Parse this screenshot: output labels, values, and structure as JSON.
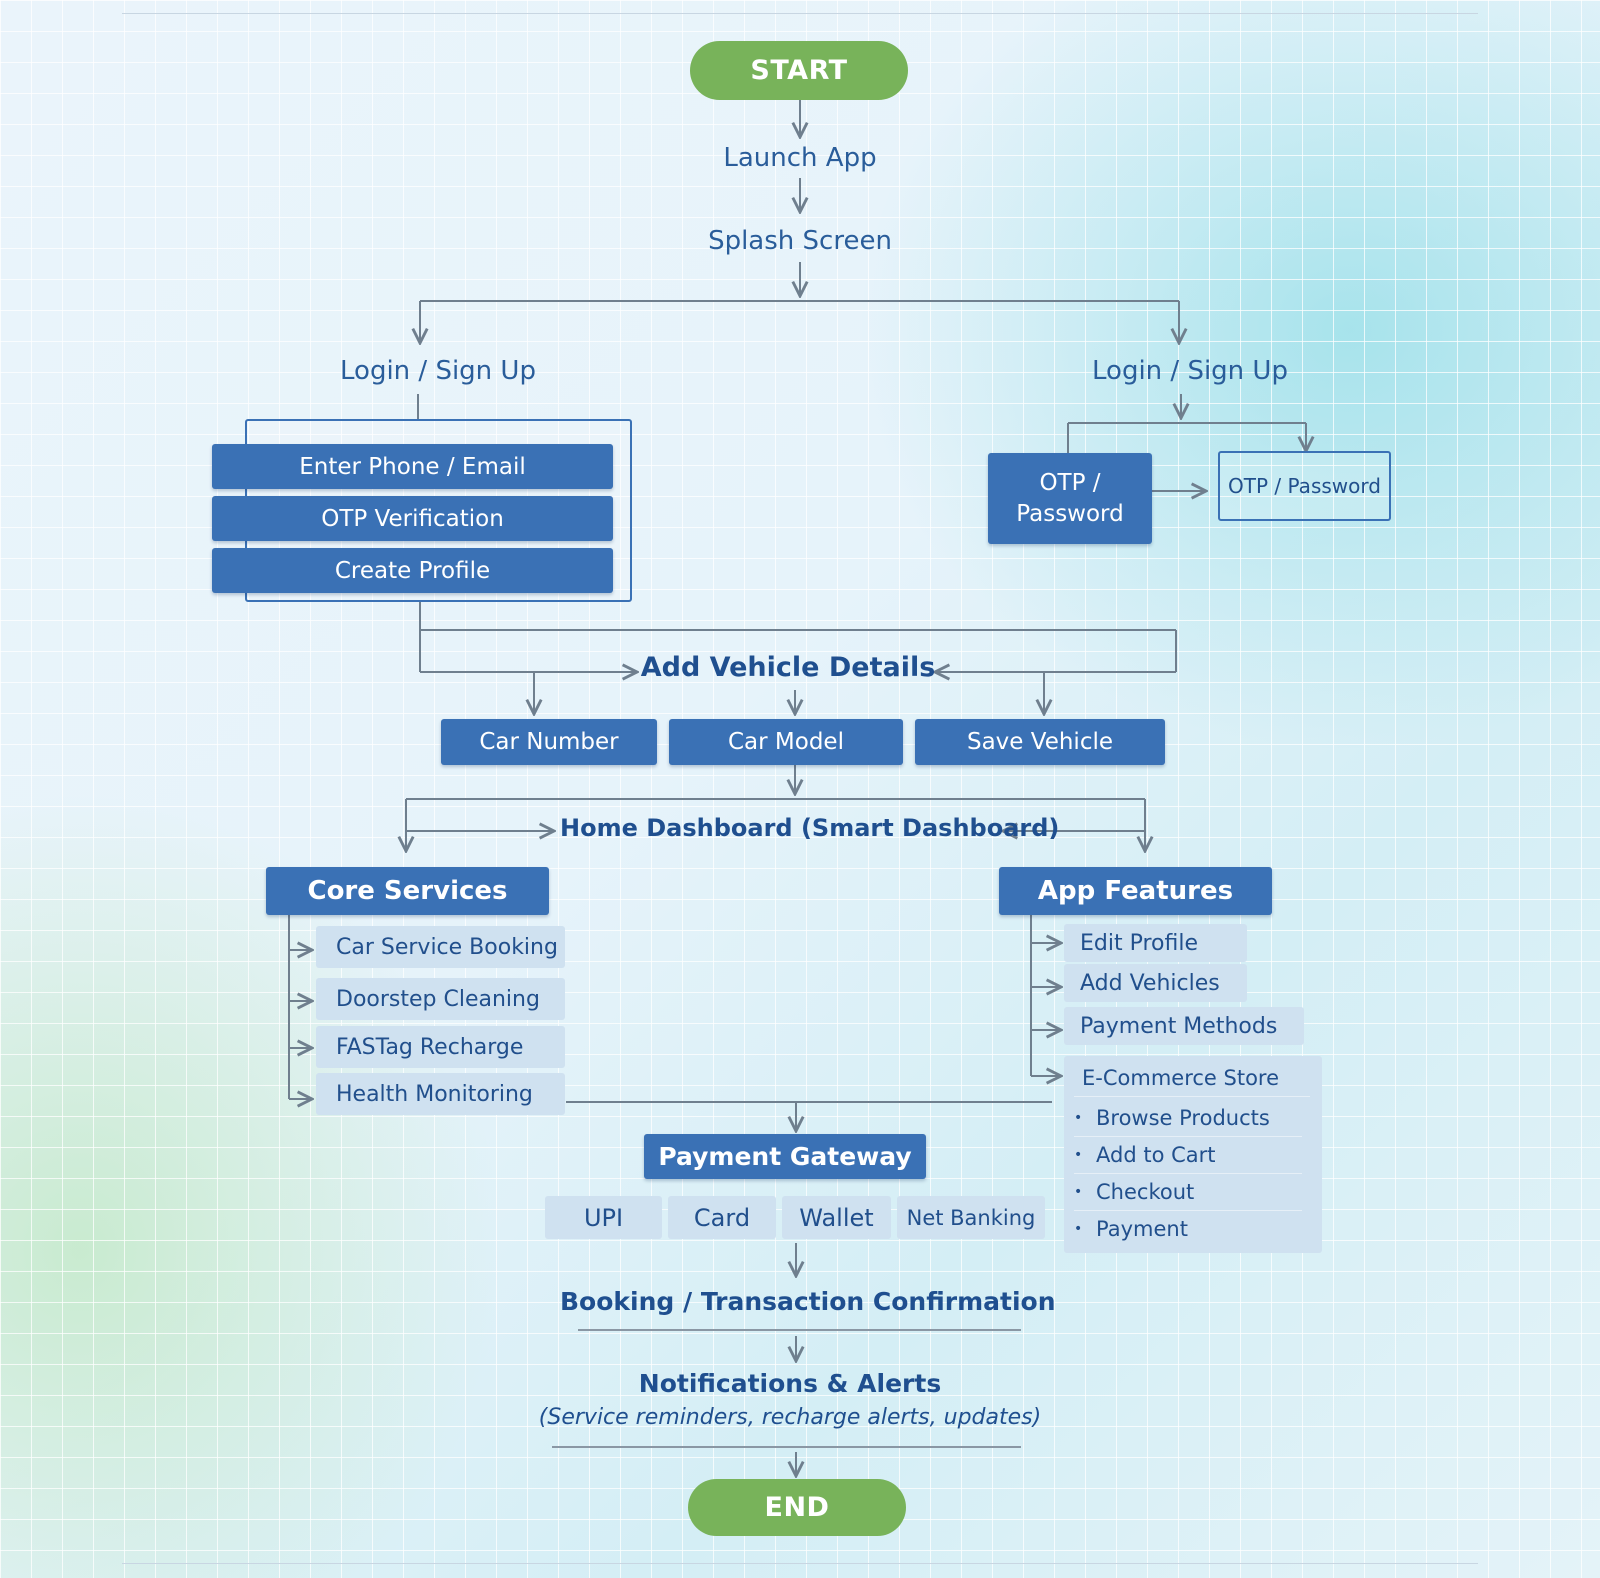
{
  "start": "START",
  "launch_app": "Launch App",
  "splash_screen": "Splash Screen",
  "login_left": {
    "title": "Login / Sign Up",
    "steps": [
      "Enter Phone / Email",
      "OTP Verification",
      "Create Profile"
    ]
  },
  "login_right": {
    "title": "Login / Sign Up",
    "otp_primary": [
      "OTP /",
      "Password"
    ],
    "otp_secondary": "OTP / Password"
  },
  "add_vehicle": {
    "title": "Add Vehicle Details",
    "items": [
      "Car Number",
      "Car Model",
      "Save Vehicle"
    ]
  },
  "home_dashboard": "Home Dashboard (Smart Dashboard)",
  "core_services": {
    "title": "Core Services",
    "items": [
      "Car Service Booking",
      "Doorstep Cleaning",
      "FASTag Recharge",
      "Health Monitoring"
    ]
  },
  "app_features": {
    "title": "App Features",
    "items": [
      "Edit Profile",
      "Add Vehicles",
      "Payment Methods"
    ],
    "ecommerce": {
      "title": "E-Commerce Store",
      "items": [
        "Browse Products",
        "Add to Cart",
        "Checkout",
        "Payment"
      ]
    }
  },
  "payment_gateway": {
    "title": "Payment Gateway",
    "methods": [
      "UPI",
      "Card",
      "Wallet",
      "Net Banking"
    ]
  },
  "confirmation": "Booking / Transaction Confirmation",
  "notifications": {
    "title": "Notifications & Alerts",
    "subtitle": "(Service reminders, recharge alerts, updates)"
  },
  "end": "END",
  "colors": {
    "pill_green": "#78b35a",
    "box_blue": "#3a71b5",
    "light_box": "#cfe1f0",
    "text_blue": "#1f4f8f",
    "connector": "#6f7f8e"
  }
}
